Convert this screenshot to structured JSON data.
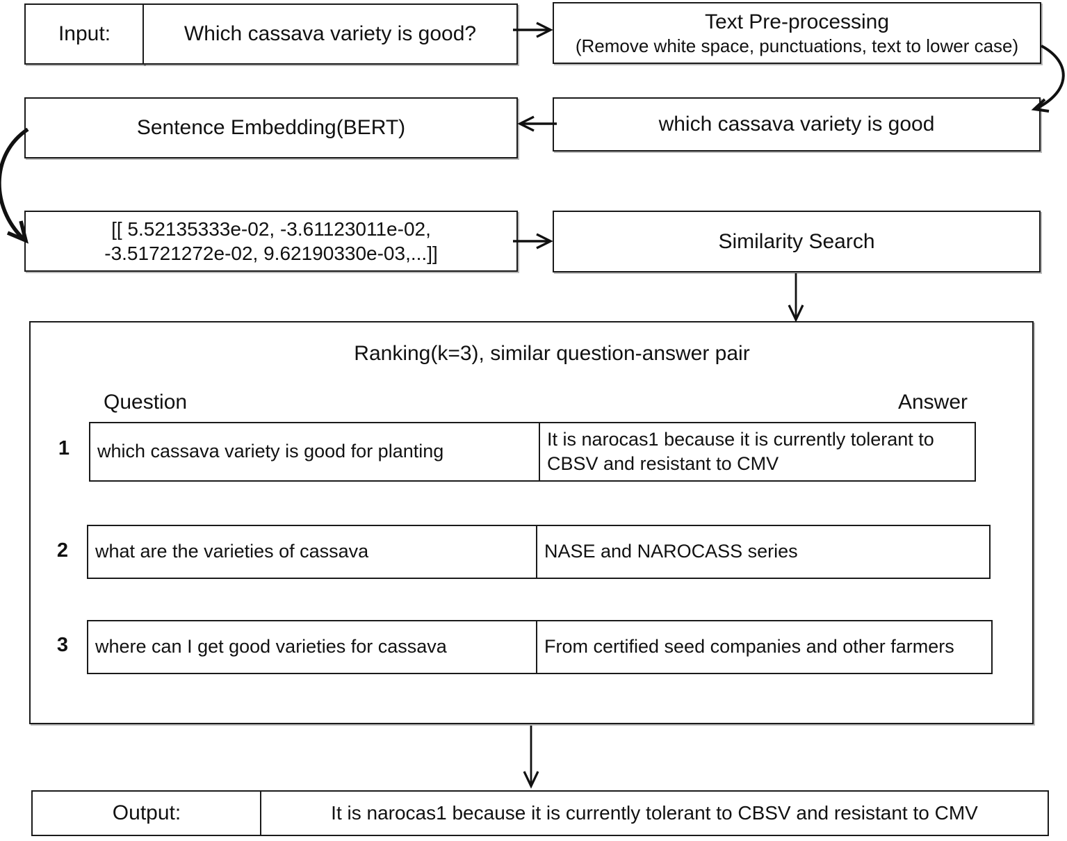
{
  "diagram": {
    "input": {
      "label": "Input:",
      "value": "Which cassava variety is good?"
    },
    "preprocessing": {
      "title": "Text Pre-processing",
      "subtitle": "(Remove white space, punctuations, text to lower case)"
    },
    "normalized_query": "which cassava variety is good",
    "embedding": {
      "title": "Sentence Embedding(BERT)"
    },
    "vector": {
      "line1": "[[ 5.52135333e-02, -3.61123011e-02,",
      "line2": "-3.51721272e-02, 9.62190330e-03,...]]"
    },
    "similarity": {
      "title": "Similarity Search"
    },
    "ranking": {
      "title": "Ranking(k=3), similar question-answer pair",
      "question_header": "Question",
      "answer_header": "Answer",
      "rows": [
        {
          "rank": "1",
          "question": "which cassava variety is good for planting",
          "answer": "It is narocas1 because it is currently tolerant to CBSV and resistant to CMV"
        },
        {
          "rank": "2",
          "question": "what are the varieties of cassava",
          "answer": "NASE and NAROCASS series"
        },
        {
          "rank": "3",
          "question": "where can I get good varieties for cassava",
          "answer": "From certified seed companies and other farmers"
        }
      ]
    },
    "output": {
      "label": "Output:",
      "value": "It is narocas1 because it is currently tolerant to CBSV and resistant to CMV"
    },
    "colors": {
      "ink": "#111111",
      "background": "#ffffff"
    }
  }
}
